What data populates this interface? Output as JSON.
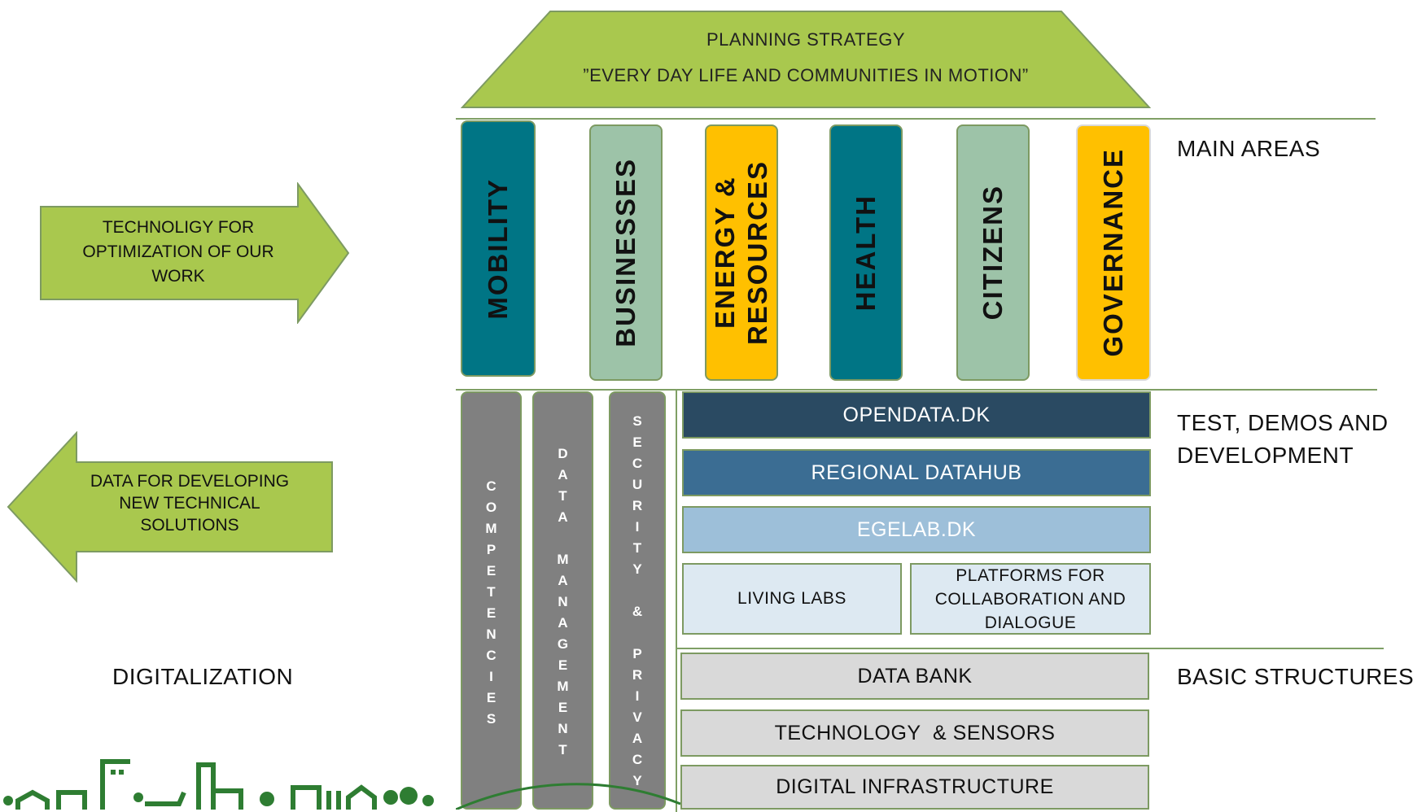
{
  "roof": {
    "title": "PLANNING STRATEGY",
    "subtitle": "”EVERY DAY LIFE AND COMMUNITIES IN MOTION”"
  },
  "main_areas": [
    {
      "label": "MOBILITY",
      "color": "#007585"
    },
    {
      "label": "BUSINESSES",
      "color": "#9dc3a8"
    },
    {
      "label": "ENERGY &\nRESOURCES",
      "color": "#ffc000"
    },
    {
      "label": "HEALTH",
      "color": "#007585"
    },
    {
      "label": "CITIZENS",
      "color": "#9dc3a8"
    },
    {
      "label": "GOVERNANCE",
      "color": "#ffc000"
    }
  ],
  "section_labels": {
    "main_areas": "MAIN AREAS",
    "test_demos": "TEST, DEMOS AND\nDEVELOPMENT",
    "basic_structures": "BASIC STRUCTURES",
    "digitalization": "DIGITALIZATION"
  },
  "support_columns": [
    {
      "label": "COMPETENCIES",
      "letters": "C\nO\nM\nP\nE\nT\nE\nN\nC\nI\nE\nS"
    },
    {
      "label": "DATA MANAGEMENT",
      "letters": "D\nA\nT\nA\n\nM\nA\nN\nA\nG\nE\nM\nE\nN\nT"
    },
    {
      "label": "SECURITY & PRIVACY",
      "letters": "S\nE\nC\nU\nR\nI\nT\nY\n\n&\n\nP\nR\nI\nV\nA\nC\nY"
    }
  ],
  "test_bars": {
    "opendata": "OPENDATA.DK",
    "regional": "REGIONAL DATAHUB",
    "egelab": "EGELAB.DK",
    "living_labs": "LIVING LABS",
    "platforms": "PLATFORMS FOR\nCOLLABORATION AND\nDIALOGUE"
  },
  "basic_bars": {
    "data_bank": "DATA BANK",
    "technology": "TECHNOLOGY  & SENSORS",
    "infrastructure": "DIGITAL INFRASTRUCTURE"
  },
  "arrows": {
    "right": "TECHNOLIGY FOR\nOPTIMIZATION OF OUR\nWORK",
    "left": "DATA FOR DEVELOPING\nNEW TECHNICAL\nSOLUTIONS"
  },
  "colors": {
    "green": "#a9c84e",
    "green_border": "#7d9a62",
    "teal": "#007585",
    "sage": "#9dc3a8",
    "amber": "#ffc000",
    "grey": "#808080",
    "navy": "#2a4a62",
    "steel": "#3b6d93",
    "light_blue": "#9dbfd9",
    "pale_blue": "#dde9f2",
    "light_grey": "#d9d9d9",
    "logo_green": "#2e7d32"
  }
}
